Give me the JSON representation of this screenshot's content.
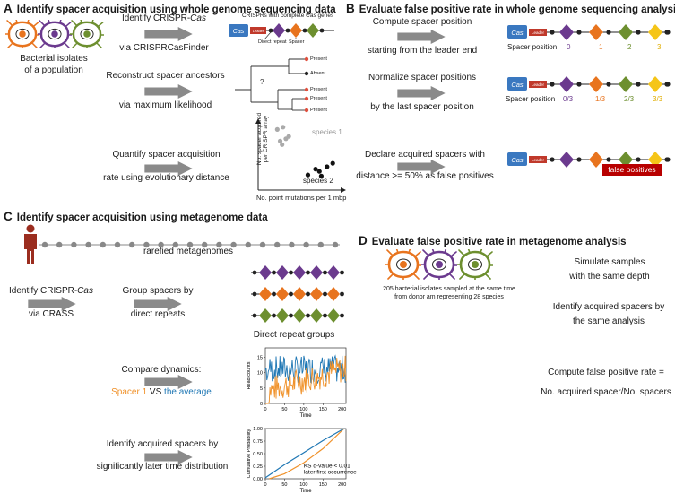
{
  "panelA": {
    "letter": "A",
    "title": "Identify spacer acquisition using whole genome sequencing data",
    "isolates_label_1": "Bacterial isolates",
    "isolates_label_2": "of a population",
    "step1_a": "Identify CRISPR-",
    "step1_a_italic": "Cas",
    "step1_b": "via CRISPRCasFinder",
    "crispr_caption": "CRISPRs with complete ",
    "crispr_caption_italic": "Cas",
    "crispr_caption_end": " genes",
    "cas_label": "Cas",
    "leader_label": "Leader",
    "direct_repeat_label": "Direct repeat",
    "spacer_label": "Spacer",
    "step2_a": "Reconstruct spacer ancestors",
    "step2_b": "via maximum likelihood",
    "tree_labels": [
      "Present",
      "Absent",
      "Present",
      "Present",
      "Present"
    ],
    "tree_unknown": "?",
    "step3_a": "Quantify spacer acquisition",
    "step3_b": "rate using evolutionary distance",
    "scatter_ylabel_1": "No. spacer acquired",
    "scatter_ylabel_2": "per CRISPR array",
    "scatter_xlabel": "No. point mutations per 1 mbp",
    "species1": "species 1",
    "species2": "species 2"
  },
  "panelB": {
    "letter": "B",
    "title": "Evaluate false positive rate in whole genome sequencing analysis",
    "step1_a": "Compute spacer position",
    "step1_b": "starting from the leader end",
    "positions_label": "Spacer position",
    "positions": [
      "0",
      "1",
      "2",
      "3"
    ],
    "step2_a": "Normalize spacer positions",
    "step2_b": "by the last spacer position",
    "norm_positions": [
      "0/3",
      "1/3",
      "2/3",
      "3/3"
    ],
    "step3_a": "Declare acquired spacers with",
    "step3_b": "distance >= 50% as false positives",
    "false_positives": "false positives",
    "cas_label": "Cas",
    "leader_label": "Leader"
  },
  "panelC": {
    "letter": "C",
    "title": "Identify spacer acquisition using metagenome data",
    "rarefied": "rarefied metagenomes",
    "step1_a": "Identify CRISPR-",
    "step1_a_italic": "Cas",
    "step1_b": "via CRASS",
    "step2_a": "Group spacers by",
    "step2_b": "direct repeats",
    "dr_groups": "Direct repeat groups",
    "step3_a": "Compare dynamics:",
    "spacer1": "Spacer 1",
    "vs": " VS ",
    "average": "the average",
    "step4_a": "Identify acquired spacers by",
    "step4_b": "significantly later time distribution",
    "ks_1": "KS q-value < 0.01",
    "ks_2": "later first occurrence"
  },
  "panelD": {
    "letter": "D",
    "title": "Evaluate false positive rate in metagenome analysis",
    "isolates_1": "205 bacterial isolates sampled at the same time",
    "isolates_2": "from donor am representing 28 species",
    "step1_a": "Simulate samples",
    "step1_b": "with the same depth",
    "step2_a": "Identify acquired spacers by",
    "step2_b": "the same analysis",
    "step3_a": "Compute false positive rate =",
    "step3_b": "No. acquired spacer/No. spacers"
  },
  "chart_data": [
    {
      "type": "scatter",
      "xlabel": "No. point mutations per 1 mbp",
      "ylabel": "No. spacer acquired per CRISPR array",
      "series": [
        {
          "name": "species 1",
          "x": [
            1.0,
            1.3,
            1.6,
            1.15,
            1.45,
            1.25
          ],
          "y": [
            5.2,
            5.4,
            4.6,
            4.2,
            4.4,
            3.9
          ]
        },
        {
          "name": "species 2",
          "x": [
            2.6,
            3.0,
            3.3,
            3.6,
            3.9,
            3.2
          ],
          "y": [
            1.3,
            1.8,
            1.2,
            2.0,
            2.3,
            1.6
          ]
        }
      ],
      "colors": [
        "#aaaaaa",
        "#111111"
      ]
    },
    {
      "type": "line",
      "xlabel": "Time",
      "ylabel": "Read counts",
      "xticks": [
        0,
        50,
        100,
        150,
        200
      ],
      "yticks": [
        0,
        5,
        10,
        15
      ],
      "xlim": [
        0,
        210
      ],
      "ylim": [
        0,
        18
      ],
      "series": [
        {
          "name": "Spacer 1",
          "color": "#f0922b"
        },
        {
          "name": "the average",
          "color": "#1f77b4"
        }
      ]
    },
    {
      "type": "line",
      "xlabel": "Time",
      "ylabel": "Cumulative Probability",
      "xticks": [
        0,
        50,
        100,
        150,
        200
      ],
      "yticks": [
        0.0,
        0.25,
        0.5,
        0.75,
        1.0
      ],
      "xlim": [
        0,
        210
      ],
      "ylim": [
        0,
        1
      ],
      "series": [
        {
          "name": "Spacer 1",
          "color": "#f0922b",
          "x": [
            10,
            50,
            100,
            150,
            205
          ],
          "y": [
            0.0,
            0.1,
            0.32,
            0.6,
            1.0
          ]
        },
        {
          "name": "the average",
          "color": "#1f77b4",
          "x": [
            0,
            50,
            100,
            150,
            205
          ],
          "y": [
            0.02,
            0.28,
            0.52,
            0.76,
            1.0
          ]
        }
      ]
    }
  ],
  "colors": {
    "orange": "#e8741e",
    "purple": "#6b3a8e",
    "green": "#6d8f2f",
    "yellow": "#f5c518",
    "cas_blue": "#3a78c0",
    "leader_red": "#c0392b",
    "arrow_gray": "#888888",
    "fp_red": "#b80000",
    "person_red": "#9b2d1f"
  }
}
